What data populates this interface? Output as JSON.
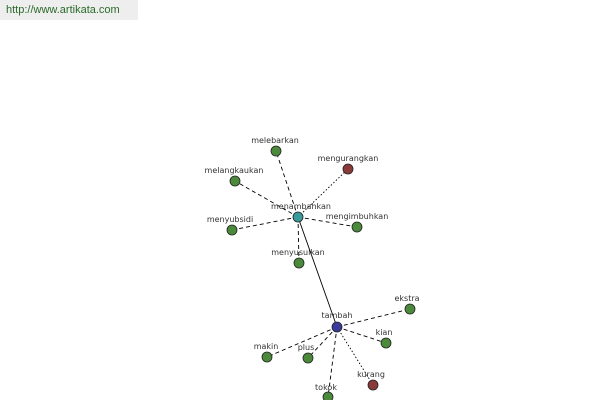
{
  "header": {
    "url": "http://www.artikata.com"
  },
  "colors": {
    "synonym": "#4a8a3a",
    "antonym": "#8b3a3a",
    "hub_primary": "#3a9a9a",
    "hub_secondary": "#3a3a9a",
    "edge": "#000000"
  },
  "nodes": [
    {
      "id": "menambahkan",
      "label": "menambahkan",
      "kind": "hub_primary"
    },
    {
      "id": "tambah",
      "label": "tambah",
      "kind": "hub_secondary"
    },
    {
      "id": "melebarkan",
      "label": "melebarkan",
      "kind": "synonym"
    },
    {
      "id": "mengurangkan",
      "label": "mengurangkan",
      "kind": "antonym"
    },
    {
      "id": "melangkaukan",
      "label": "melangkaukan",
      "kind": "synonym"
    },
    {
      "id": "menyubsidi",
      "label": "menyubsidi",
      "kind": "synonym"
    },
    {
      "id": "mengimbuhkan",
      "label": "mengimbuhkan",
      "kind": "synonym"
    },
    {
      "id": "menyusulkan",
      "label": "menyusulkan",
      "kind": "synonym"
    },
    {
      "id": "ekstra",
      "label": "ekstra",
      "kind": "synonym"
    },
    {
      "id": "kian",
      "label": "kian",
      "kind": "synonym"
    },
    {
      "id": "makin",
      "label": "makin",
      "kind": "synonym"
    },
    {
      "id": "plus",
      "label": "plus",
      "kind": "synonym"
    },
    {
      "id": "kurang",
      "label": "kurang",
      "kind": "antonym"
    },
    {
      "id": "tokok",
      "label": "tokok",
      "kind": "synonym"
    }
  ],
  "edges": [
    {
      "from": "menambahkan",
      "to": "tambah",
      "style": "solid"
    },
    {
      "from": "menambahkan",
      "to": "melebarkan",
      "style": "dashed"
    },
    {
      "from": "menambahkan",
      "to": "mengurangkan",
      "style": "dotted"
    },
    {
      "from": "menambahkan",
      "to": "melangkaukan",
      "style": "dashed"
    },
    {
      "from": "menambahkan",
      "to": "menyubsidi",
      "style": "dashed"
    },
    {
      "from": "menambahkan",
      "to": "mengimbuhkan",
      "style": "dashed"
    },
    {
      "from": "menambahkan",
      "to": "menyusulkan",
      "style": "dashed"
    },
    {
      "from": "tambah",
      "to": "ekstra",
      "style": "dashed"
    },
    {
      "from": "tambah",
      "to": "kian",
      "style": "dashed"
    },
    {
      "from": "tambah",
      "to": "makin",
      "style": "dashed"
    },
    {
      "from": "tambah",
      "to": "plus",
      "style": "dashed"
    },
    {
      "from": "tambah",
      "to": "kurang",
      "style": "dotted"
    },
    {
      "from": "tambah",
      "to": "tokok",
      "style": "dashed"
    }
  ]
}
